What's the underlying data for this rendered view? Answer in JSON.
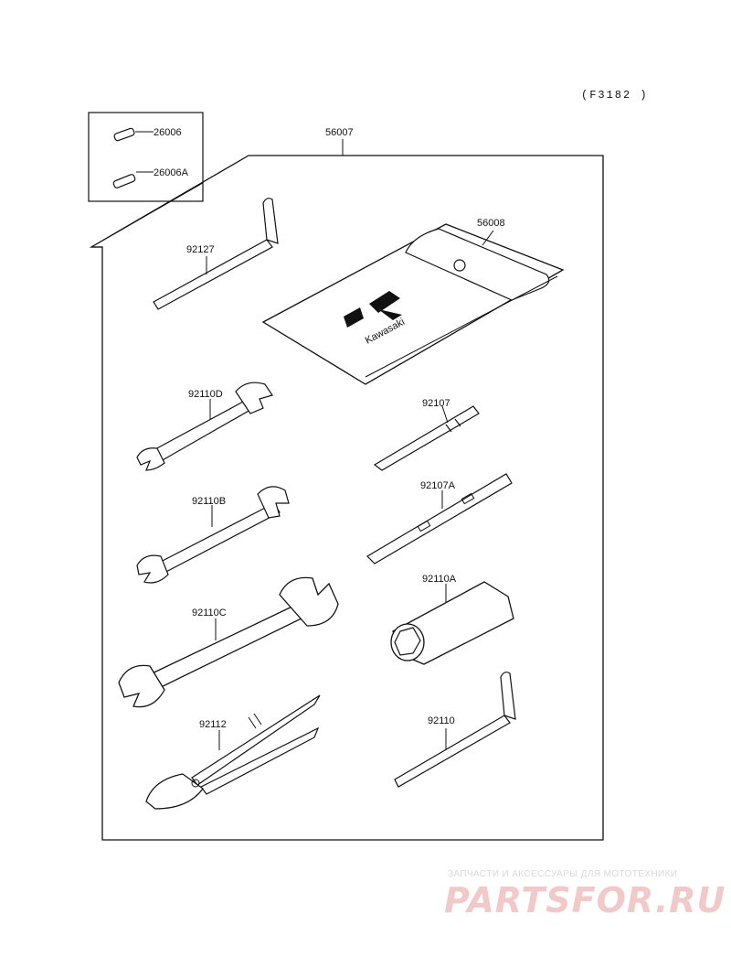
{
  "diagram_code": "(F3182 )",
  "logo_text": "Kawasaki",
  "parts": [
    {
      "id": "26006"
    },
    {
      "id": "26006A"
    },
    {
      "id": "56007"
    },
    {
      "id": "56008"
    },
    {
      "id": "92127"
    },
    {
      "id": "92110D"
    },
    {
      "id": "92107"
    },
    {
      "id": "92110B"
    },
    {
      "id": "92107A"
    },
    {
      "id": "92110C"
    },
    {
      "id": "92110A"
    },
    {
      "id": "92112"
    },
    {
      "id": "92110"
    }
  ],
  "watermark": {
    "tagline": "ЗАПЧАСТИ И АКСЕССУАРЫ ДЛЯ МОТОТЕХНИКИ",
    "site": "PARTSFOR.RU"
  }
}
